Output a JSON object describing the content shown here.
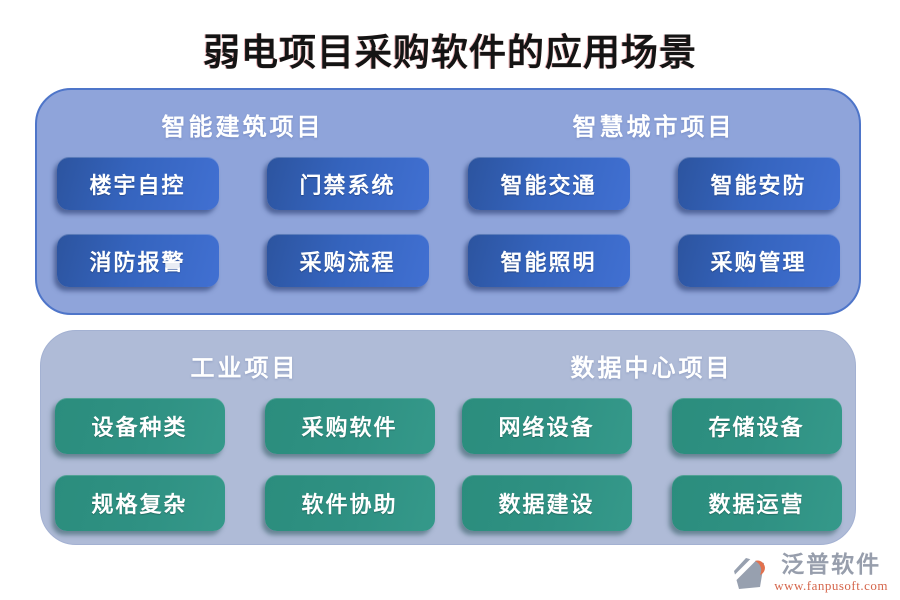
{
  "title": "弱电项目采购软件的应用场景",
  "panels": [
    {
      "id": "top",
      "style": "blue",
      "sections": [
        {
          "header": "智能建筑项目",
          "buttons": [
            "楼宇自控",
            "门禁系统",
            "消防报警",
            "采购流程"
          ]
        },
        {
          "header": "智慧城市项目",
          "buttons": [
            "智能交通",
            "智能安防",
            "智能照明",
            "采购管理"
          ]
        }
      ]
    },
    {
      "id": "bottom",
      "style": "green",
      "sections": [
        {
          "header": "工业项目",
          "buttons": [
            "设备种类",
            "采购软件",
            "规格复杂",
            "软件协助"
          ]
        },
        {
          "header": "数据中心项目",
          "buttons": [
            "网络设备",
            "存储设备",
            "数据建设",
            "数据运营"
          ]
        }
      ]
    }
  ],
  "footer": {
    "brand": "泛普软件",
    "url": "www.fanpusoft.com"
  },
  "colors": {
    "title_text": "#141414",
    "top_panel_fill": "#8FA4DA",
    "top_panel_border": "#4E75C9",
    "bottom_panel_fill": "#AFBBD7",
    "blue_chip": "#3564BE",
    "green_chip": "#2F9183",
    "header_text": "#FFFFFF",
    "brand_text": "#979EAC",
    "brand_url": "#D5664C",
    "brand_icon_grey": "#97A0AF",
    "brand_icon_orange": "#E2714D"
  }
}
